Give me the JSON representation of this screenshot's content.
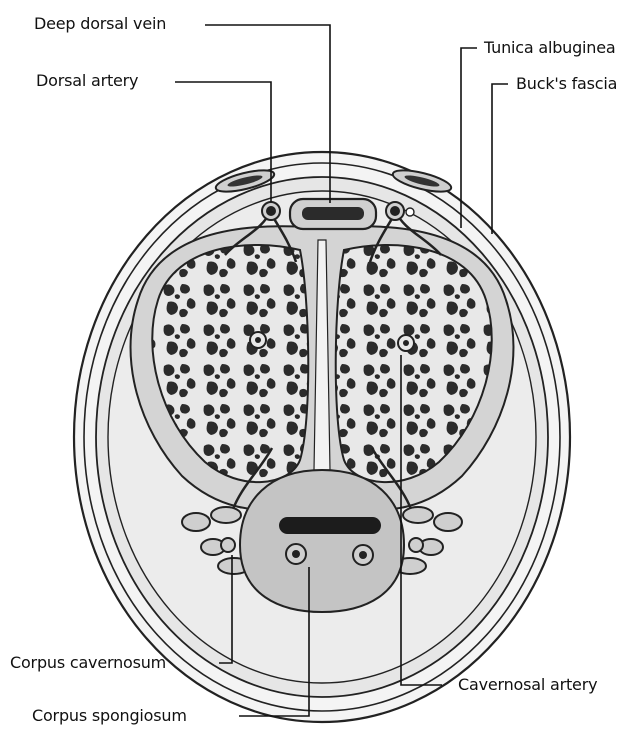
{
  "labels": {
    "deep_dorsal_vein": "Deep dorsal vein",
    "dorsal_artery": "Dorsal artery",
    "tunica_albuginea": "Tunica albuginea",
    "bucks_fascia": "Buck's fascia",
    "corpus_cavernosum": "Corpus cavernosum",
    "corpus_spongiosum": "Corpus spongiosum",
    "cavernosal_artery": "Cavernosal artery"
  },
  "colors": {
    "ink": "#111111",
    "outline": "#222222",
    "tissue_light": "#dcdcdc",
    "tissue_mid": "#bdbdbd",
    "sinus_dark": "#2b2b2b",
    "background": "#ffffff"
  }
}
